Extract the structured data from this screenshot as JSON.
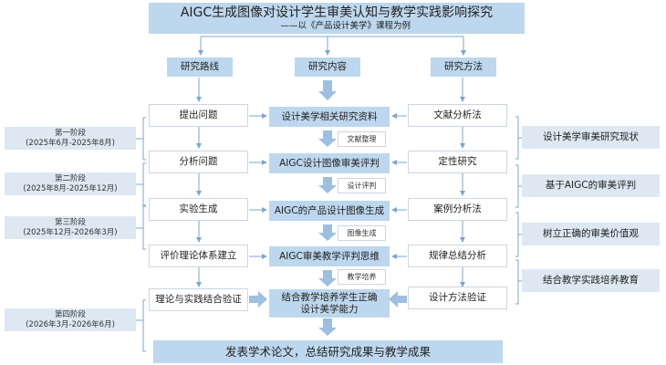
{
  "title": {
    "main": "AIGC生成图像对设计学生审美认知与教学实践影响探究",
    "sub": "——以《产品设计美学》课程为例"
  },
  "columns": {
    "route": "研究路线",
    "content": "研究内容",
    "method": "研究方法"
  },
  "route_steps": [
    "提出问题",
    "分析问题",
    "实验生成",
    "评价理论体系建立",
    "理论与实践结合验证"
  ],
  "content_steps": [
    "设计美学相关研究资料",
    "AIGC设计图像审美评判",
    "AIGC的产品设计图像生成",
    "AIGC审美教学评判思维",
    "结合教学培养学生正确",
    "设计美学能力"
  ],
  "content_labels": [
    "文献整理",
    "设计评判",
    "图像生成",
    "教学培养"
  ],
  "method_steps": [
    "文献分析法",
    "定性研究",
    "案例分析法",
    "规律总结分析",
    "设计方法验证"
  ],
  "phases": [
    {
      "name": "第一阶段",
      "period": "(2025年6月-2025年8月)"
    },
    {
      "name": "第二阶段",
      "period": "(2025年8月-2025年12月)"
    },
    {
      "name": "第三阶段",
      "period": "(2025年12月-2026年3月)"
    },
    {
      "name": "第四阶段",
      "period": "(2026年3月-2026年6月)"
    }
  ],
  "outcomes": [
    "设计美学审美研究现状",
    "基于AIGC的审美评判",
    "树立正确的审美价值观",
    "结合教学实践培养教育"
  ],
  "conclusion": "发表学术论文，总结研究成果与教学成果",
  "colors": {
    "box": "#bdd7ee",
    "light": "#dde8f3",
    "line": "#7fa6cc"
  }
}
